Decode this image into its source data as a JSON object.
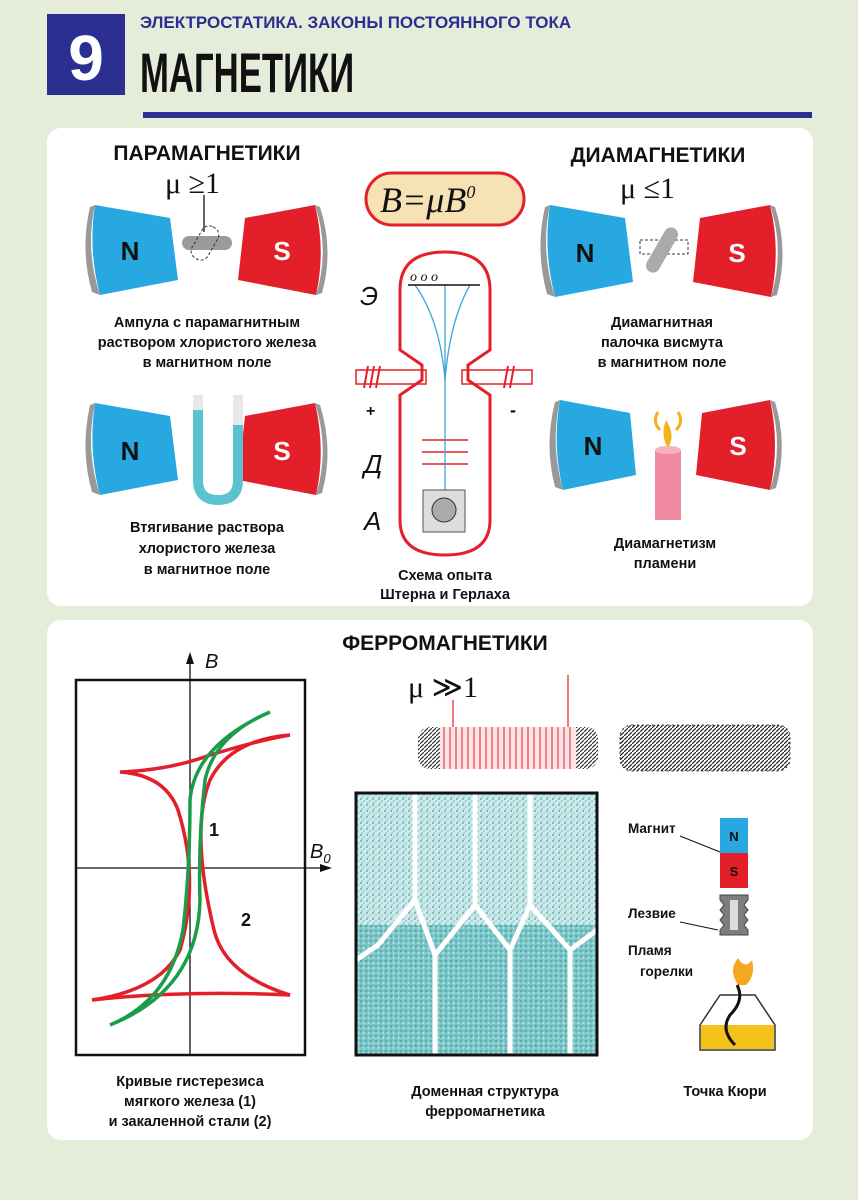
{
  "header": {
    "badge_number": "9",
    "subject": "ЭЛЕКТРОСТАТИКА. ЗАКОНЫ ПОСТОЯННОГО ТОКА",
    "title": "МАГНЕТИКИ"
  },
  "colors": {
    "brand_blue": "#2b2f8f",
    "red": "#e3202a",
    "blue_pole": "#27a8e0",
    "background": "#e5edda"
  },
  "paramagnetics": {
    "title": "ПАРАМАГНЕТИКИ",
    "mu": "μ ≥1",
    "north": "N",
    "south": "S",
    "caption1": [
      "Ампула с парамагнитным",
      "раствором хлористого железа",
      "в магнитном поле"
    ],
    "caption2": [
      "Втягивание раствора",
      "хлористого железа",
      "в магнитное поле"
    ]
  },
  "center": {
    "formula_main": "B=μB",
    "formula_sup": "0",
    "label_e": "Э",
    "label_d": "Д",
    "label_a": "А",
    "plus": "+",
    "minus": "-",
    "caption": [
      "Схема опыта",
      "Штерна и Герлаха"
    ]
  },
  "diamagnetics": {
    "title": "ДИАМАГНЕТИКИ",
    "mu": "μ ≤1",
    "north": "N",
    "south": "S",
    "caption1": [
      "Диамагнитная",
      "палочка висмута",
      "в магнитном поле"
    ],
    "caption2": [
      "Диамагнетизм",
      "пламени"
    ]
  },
  "ferromagnetics": {
    "title": "ФЕРРОМАГНЕТИКИ",
    "mu": "μ ≫1",
    "hysteresis": {
      "y_axis": "B",
      "x_axis": "B",
      "x_axis_sub": "0",
      "curve1_label": "1",
      "curve2_label": "2",
      "caption": [
        "Кривые гистерезиса",
        "мягкого железа (1)",
        "и закаленной стали (2)"
      ]
    },
    "domain_caption": [
      "Доменная структура",
      "ферромагнетика"
    ],
    "curie": {
      "magnet_label": "Магнит",
      "blade_label": "Лезвие",
      "flame_label": [
        "Пламя",
        "горелки"
      ],
      "north": "N",
      "south": "S",
      "caption": "Точка Кюри"
    }
  }
}
